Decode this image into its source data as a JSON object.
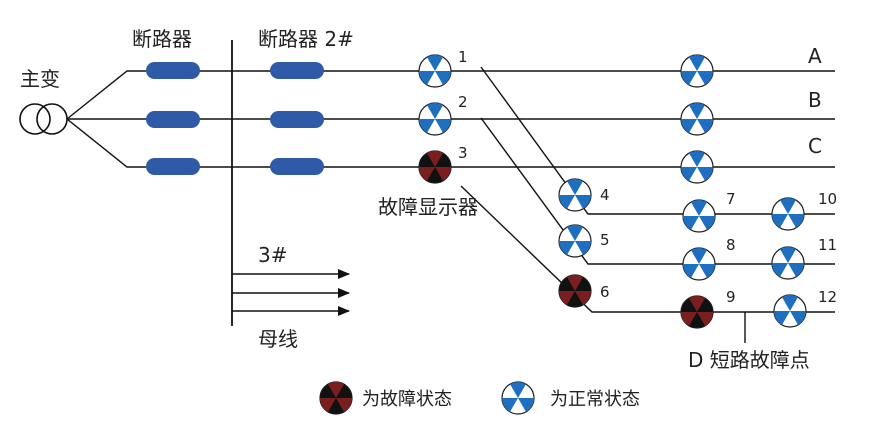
{
  "labels": {
    "transformer": "主变",
    "breaker": "断路器",
    "breaker2": "断路器 2#",
    "bus_number": "3#",
    "bus": "母线",
    "fault_indicator": "故障显示器",
    "short_circuit": "D 短路故障点",
    "line_a": "A",
    "line_b": "B",
    "line_c": "C"
  },
  "indicator_numbers": [
    "1",
    "2",
    "3",
    "4",
    "5",
    "6",
    "7",
    "8",
    "9",
    "10",
    "11",
    "12"
  ],
  "legend": {
    "fault": "为故障状态",
    "normal": "为正常状态"
  },
  "indicator_states": {
    "1": "normal",
    "2": "normal",
    "3": "fault",
    "4": "normal",
    "5": "normal",
    "6": "fault",
    "7": "normal",
    "8": "normal",
    "9": "fault",
    "10": "normal",
    "11": "normal",
    "12": "normal",
    "line_a": "normal",
    "line_b": "normal",
    "line_c": "normal"
  },
  "colors": {
    "breaker": "#2e5aa8",
    "normal_fill": "#1f6fc0",
    "fault_fill": "#7a1f1f"
  }
}
